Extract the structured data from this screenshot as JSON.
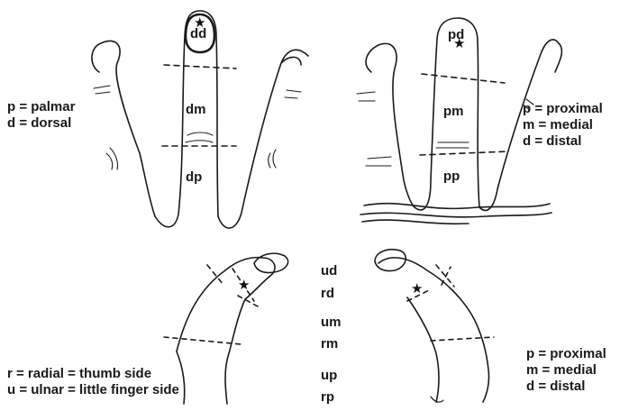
{
  "legend_top_left": {
    "line1": "p = palmar",
    "line2": "d = dorsal"
  },
  "legend_top_right": {
    "line1": "p = proximal",
    "line2": "m = medial",
    "line3": "d = distal"
  },
  "legend_bottom_left": {
    "line1": "r = radial = thumb side",
    "line2": "u = ulnar = little finger side"
  },
  "legend_bottom_right": {
    "line1": "p = proximal",
    "line2": "m = medial",
    "line3": "d = distal"
  },
  "dorsal_finger_zones": {
    "distal": "dd",
    "medial": "dm",
    "proximal": "dp"
  },
  "palmar_finger_zones": {
    "distal": "pd",
    "medial": "pm",
    "proximal": "pp"
  },
  "side_zones": {
    "ud": "ud",
    "rd": "rd",
    "um": "um",
    "rm": "rm",
    "up": "up",
    "rp": "rp"
  },
  "marker_symbol": "★"
}
